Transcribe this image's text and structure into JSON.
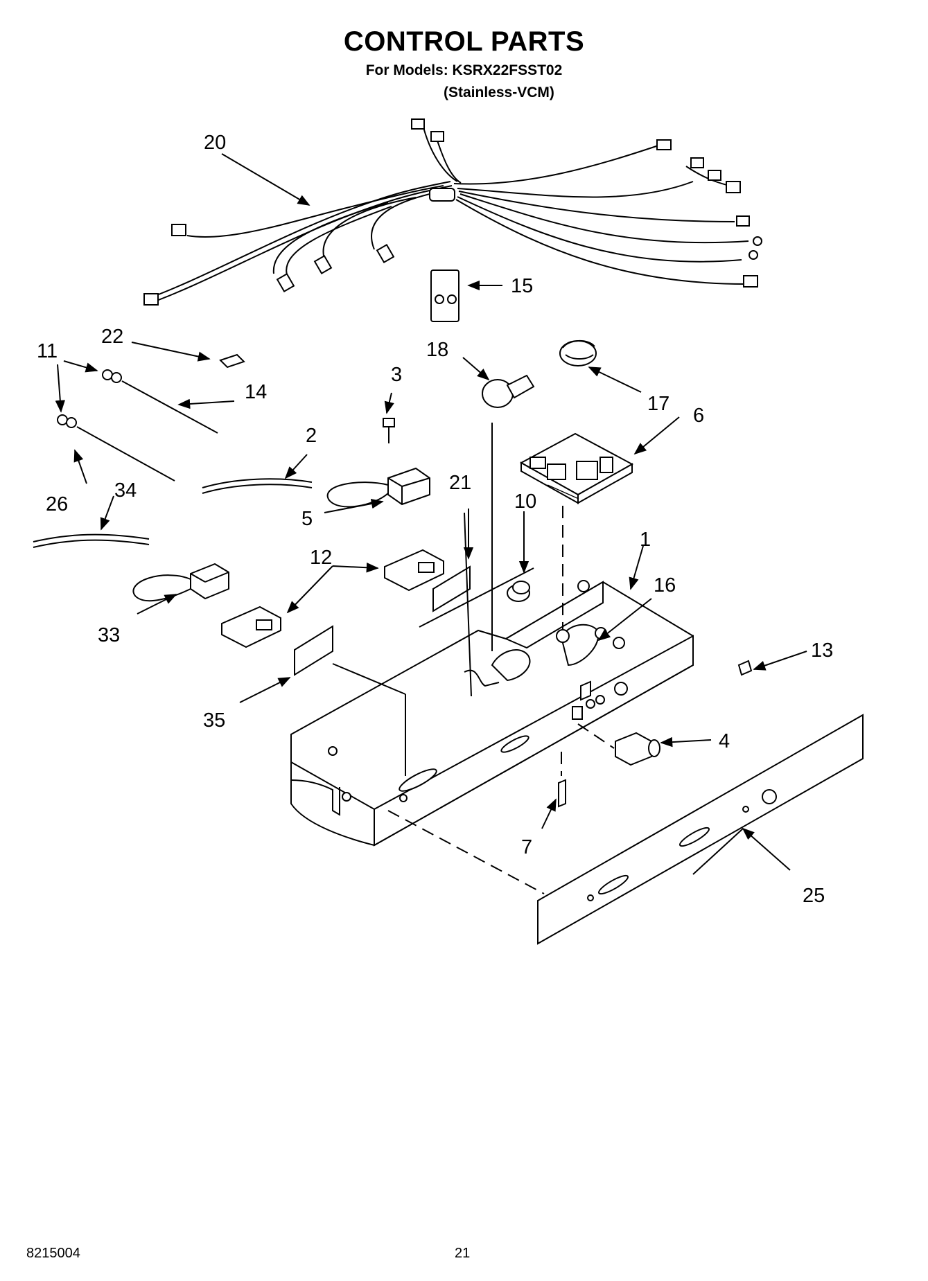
{
  "header": {
    "title": "CONTROL PARTS",
    "models_line": "For Models: KSRX22FSST02",
    "finish_line": "(Stainless-VCM)"
  },
  "footer": {
    "doc_number": "8215004",
    "page_number": "21"
  },
  "callouts": {
    "c1": "1",
    "c2": "2",
    "c3": "3",
    "c4": "4",
    "c5": "5",
    "c6": "6",
    "c7": "7",
    "c10": "10",
    "c11": "11",
    "c12": "12",
    "c13": "13",
    "c14": "14",
    "c15": "15",
    "c16": "16",
    "c17": "17",
    "c18": "18",
    "c20": "20",
    "c21": "21",
    "c22": "22",
    "c25": "25",
    "c26": "26",
    "c33": "33",
    "c34": "34",
    "c35": "35"
  }
}
